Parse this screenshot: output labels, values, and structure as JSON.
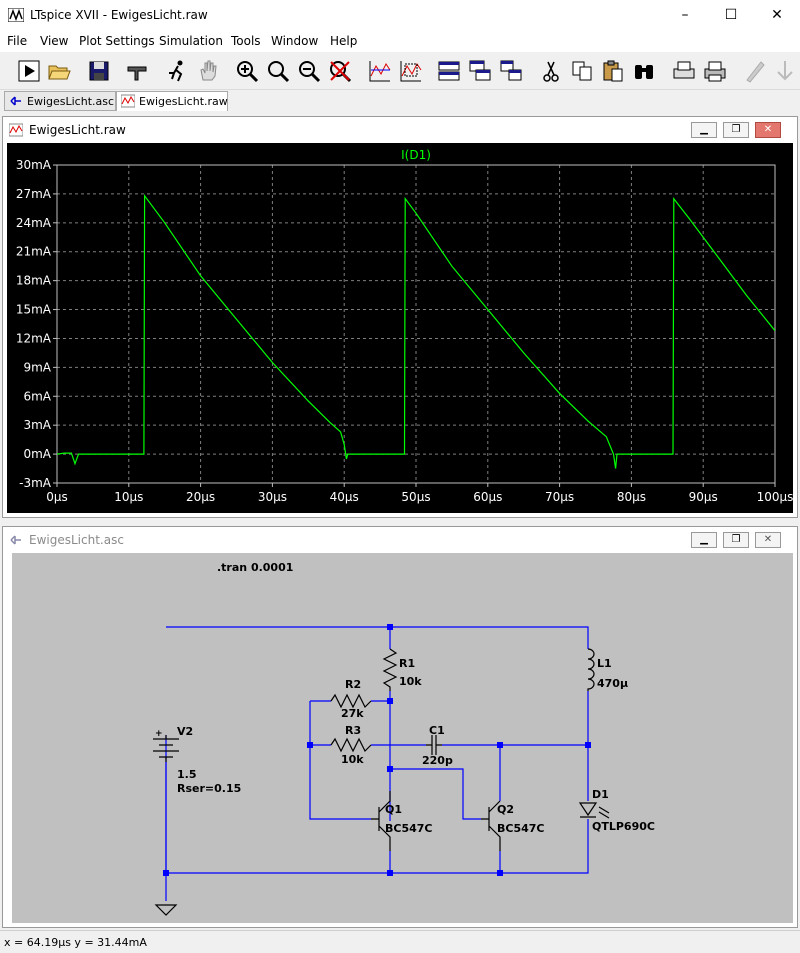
{
  "window": {
    "title": "LTspice XVII - EwigesLicht.raw",
    "minimize": "–",
    "maximize": "☐",
    "close": "✕"
  },
  "menu": [
    "File",
    "View",
    "Plot Settings",
    "Simulation",
    "Tools",
    "Window",
    "Help"
  ],
  "toolbar_icons": [
    "run-icon",
    "open-icon",
    "save-icon",
    "control-panel-icon",
    "halt-icon",
    "pan-icon",
    "zoom-in-icon",
    "zoom-area-icon",
    "zoom-out-icon",
    "zoom-cancel-icon",
    "autorange-icon",
    "manual-limits-icon",
    "tile-horizontal-icon",
    "cascade-icon",
    "tile-vertical-icon",
    "cut-icon",
    "copy-icon",
    "paste-icon",
    "find-icon",
    "print-setup-icon",
    "print-icon",
    "text-icon",
    "move-icon"
  ],
  "tabs": [
    {
      "label": "EwigesLicht.asc",
      "active": false
    },
    {
      "label": "EwigesLicht.raw",
      "active": true
    }
  ],
  "plot_window": {
    "title": "EwigesLicht.raw"
  },
  "chart_data": {
    "type": "line",
    "title": "I(D1)",
    "xlabel": "",
    "ylabel": "",
    "x_ticks": [
      "0µs",
      "10µs",
      "20µs",
      "30µs",
      "40µs",
      "50µs",
      "60µs",
      "70µs",
      "80µs",
      "90µs",
      "100µs"
    ],
    "y_ticks": [
      "30mA",
      "27mA",
      "24mA",
      "21mA",
      "18mA",
      "15mA",
      "12mA",
      "9mA",
      "6mA",
      "3mA",
      "0mA",
      "-3mA"
    ],
    "xlim": [
      0,
      100
    ],
    "ylim": [
      -3,
      30
    ],
    "grid": true,
    "colors": {
      "background": "#000000",
      "trace": "#00ff00",
      "grid": "#808080",
      "label": "#00ff00"
    },
    "series": [
      {
        "name": "I(D1)",
        "x": [
          0,
          1,
          2,
          2.5,
          3,
          10,
          12.1,
          12.2,
          15,
          20,
          25,
          30,
          35,
          38,
          39.5,
          40,
          40.3,
          40.5,
          48.4,
          48.5,
          50,
          55,
          60,
          65,
          70,
          74,
          76.5,
          77.5,
          77.8,
          78,
          85.8,
          85.9,
          88,
          92,
          96,
          100
        ],
        "y": [
          0,
          0.1,
          0.1,
          -1,
          0,
          0,
          0,
          26.8,
          24,
          18.5,
          14,
          9.5,
          5.5,
          3.3,
          2.3,
          1,
          -0.5,
          0,
          0,
          26.5,
          25,
          19.5,
          15,
          10.5,
          6.3,
          3.4,
          1.8,
          0,
          -1.5,
          0,
          0,
          26.5,
          24.5,
          20.5,
          16.5,
          12.8
        ]
      }
    ]
  },
  "schematic_window": {
    "title": "EwigesLicht.asc"
  },
  "schematic": {
    "directive": ".tran 0.0001",
    "V2": {
      "name": "V2",
      "value": "1.5",
      "param": "Rser=0.15",
      "plus": "+"
    },
    "R1": {
      "name": "R1",
      "value": "10k"
    },
    "R2": {
      "name": "R2",
      "value": "27k"
    },
    "R3": {
      "name": "R3",
      "value": "10k"
    },
    "C1": {
      "name": "C1",
      "value": "220p"
    },
    "L1": {
      "name": "L1",
      "value": "470µ"
    },
    "D1": {
      "name": "D1",
      "value": "QTLP690C"
    },
    "Q1": {
      "name": "Q1",
      "value": "BC547C"
    },
    "Q2": {
      "name": "Q2",
      "value": "BC547C"
    },
    "colors": {
      "wire": "#0000ff",
      "component": "#000000",
      "background": "#c0c0c0"
    }
  },
  "status": {
    "text": "x = 64.19µs   y = 31.44mA"
  }
}
